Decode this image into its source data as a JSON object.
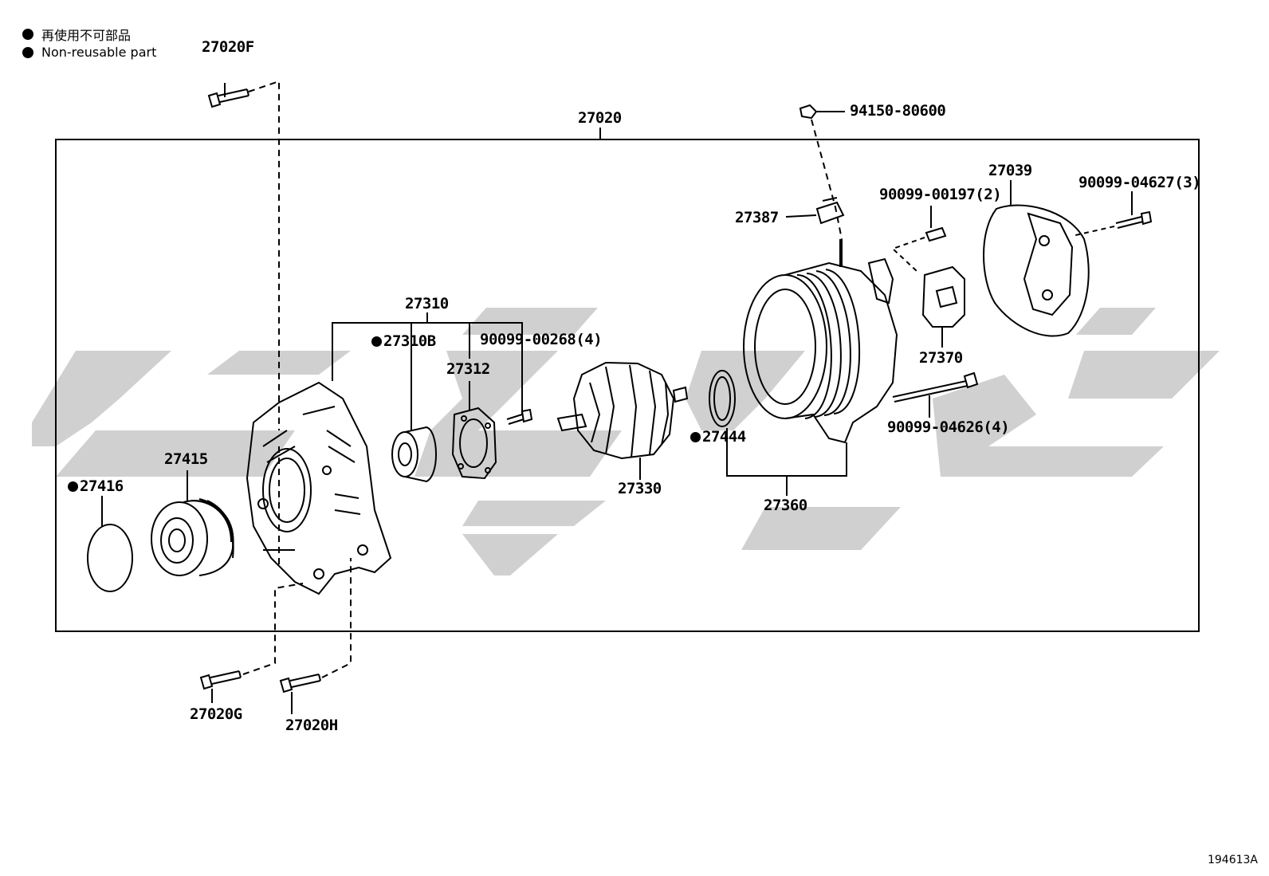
{
  "legend": {
    "japanese": "再使用不可部品",
    "english": "Non-reusable part"
  },
  "diagram_code": "194613A",
  "parts": {
    "p27020F": "27020F",
    "p27020": "27020",
    "p94150_80600": "94150-80600",
    "p27039": "27039",
    "p90099_00197": "90099-00197(2)",
    "p90099_04627": "90099-04627(3)",
    "p27387": "27387",
    "p27310": "27310",
    "p27310B": "27310B",
    "p90099_00268": "90099-00268(4)",
    "p27312": "27312",
    "p27370": "27370",
    "p27444": "27444",
    "p90099_04626": "90099-04626(4)",
    "p27415": "27415",
    "p27416": "27416",
    "p27330": "27330",
    "p27360": "27360",
    "p27020G": "27020G",
    "p27020H": "27020H"
  },
  "colors": {
    "line": "#000000",
    "watermark": "#c8c8c8"
  }
}
